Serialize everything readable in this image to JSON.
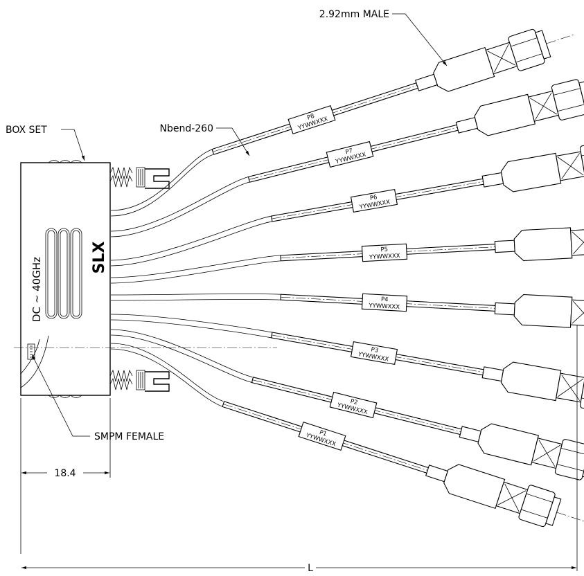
{
  "callouts": {
    "connector_male": "2.92mm MALE",
    "cable": "Nbend-260",
    "box": "BOX SET",
    "connector_female": "SMPM FEMALE"
  },
  "box": {
    "freq_range": "DC ~ 40GHz",
    "logo": "SLX"
  },
  "dimensions": {
    "box_width": "18.4",
    "overall_length": "L"
  },
  "ports": [
    {
      "label": "P1",
      "code": "YYWWXXX"
    },
    {
      "label": "P2",
      "code": "YYWWXXX"
    },
    {
      "label": "P3",
      "code": "YYWWXXX"
    },
    {
      "label": "P4",
      "code": "YYWWXXX"
    },
    {
      "label": "P5",
      "code": "YYWWXXX"
    },
    {
      "label": "P6",
      "code": "YYWWXXX"
    },
    {
      "label": "P7",
      "code": "YYWWXXX"
    },
    {
      "label": "P8",
      "code": "YYWWXXX"
    }
  ]
}
